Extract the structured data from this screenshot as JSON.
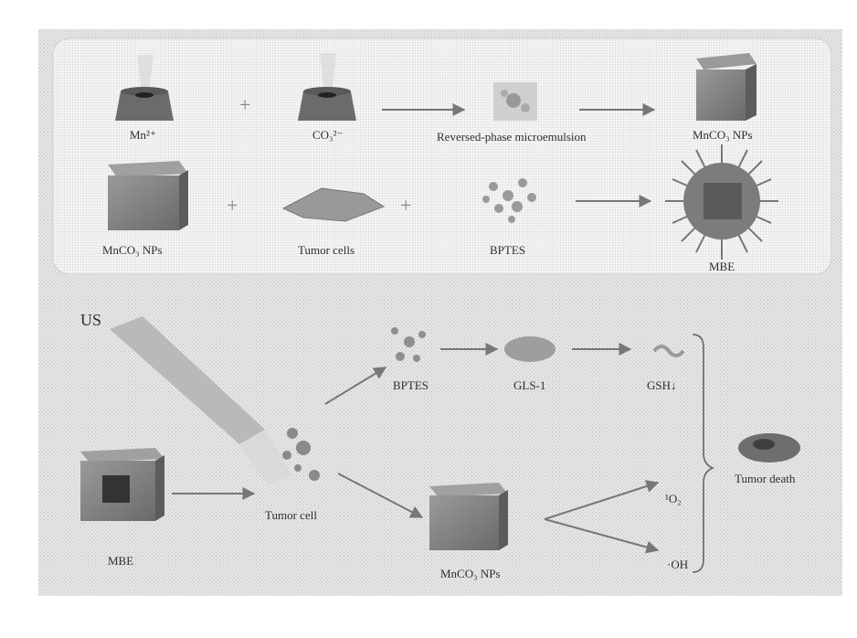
{
  "top_panel": {
    "row1": {
      "mn_label": "Mn²⁺",
      "co3_label": "CO₃²⁻",
      "microemulsion_label": "Reversed-phase microemulsion",
      "product_label": "MnCO₃ NPs"
    },
    "row2": {
      "np_label": "MnCO₃ NPs",
      "tumor_cells_label": "Tumor cells",
      "bptes_label": "BPTES",
      "mbe_label": "MBE"
    }
  },
  "bottom_panel": {
    "us_label": "US",
    "mbe_label": "MBE",
    "tumor_cell_label": "Tumor cell",
    "bptes_label": "BPTES",
    "gls_label": "GLS-1",
    "gsh_label": "GSH↓",
    "mnco3_label": "MnCO₃ NPs",
    "o2_label": "¹O₂",
    "oh_label": "·OH",
    "tumor_death_label": "Tumor death"
  },
  "colors": {
    "panel_fill": "#dcdcdc",
    "panel_dark": "#c9c9c9",
    "object_gray": "#8c8c8c",
    "object_dark": "#555555",
    "arrow": "#777777"
  }
}
